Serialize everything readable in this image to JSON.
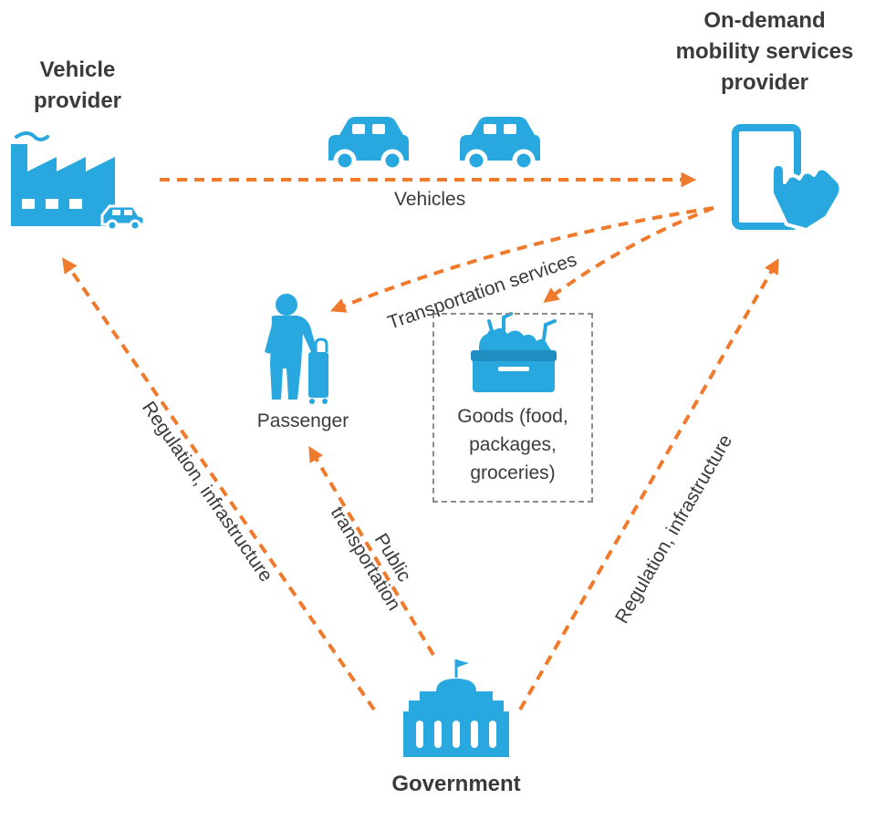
{
  "colors": {
    "accent": "#f07a2b",
    "icon": "#29a8e0"
  },
  "nodes": {
    "vehicle_provider": {
      "title_line1": "Vehicle",
      "title_line2": "provider",
      "icon": "factory-icon"
    },
    "mobility_provider": {
      "title_line1": "On-demand",
      "title_line2": "mobility services",
      "title_line3": "provider",
      "icon": "phone-touch-icon"
    },
    "passenger": {
      "label": "Passenger",
      "icon": "traveler-icon"
    },
    "goods": {
      "line1": "Goods (food,",
      "line2": "packages,",
      "line3": "groceries)",
      "icon": "grocery-box-icon"
    },
    "government": {
      "title": "Government",
      "icon": "government-building-icon"
    }
  },
  "edges": {
    "vehicles": "Vehicles",
    "transportation_services": "Transportation services",
    "regulation_left": "Regulation, infrastructure",
    "regulation_right": "Regulation, infrastructure",
    "public_line1": "Public",
    "public_line2": "transportation"
  }
}
